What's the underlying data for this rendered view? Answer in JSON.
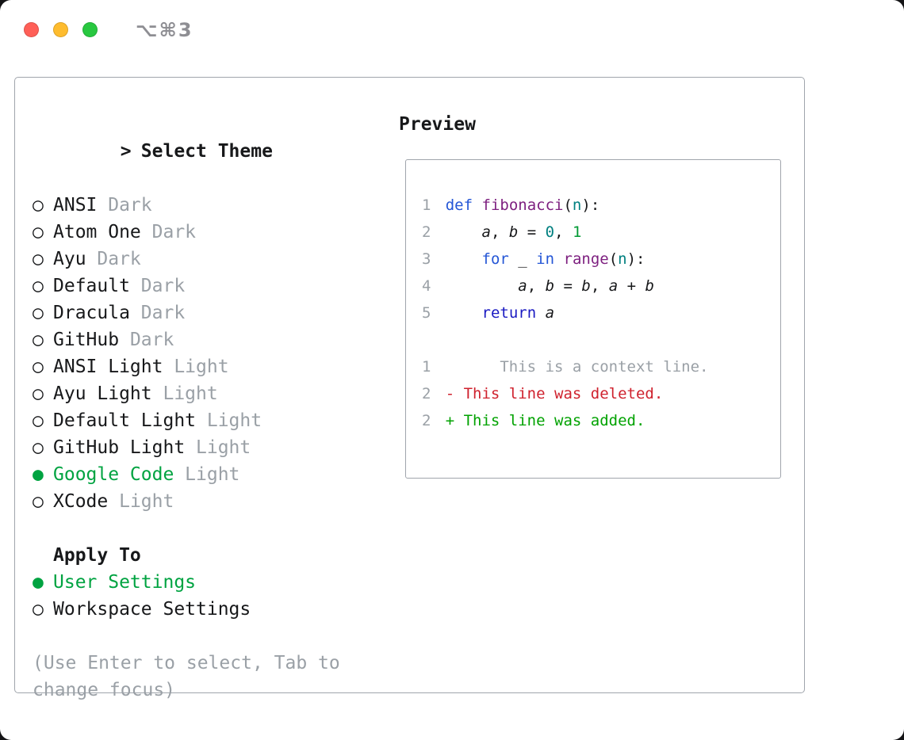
{
  "window": {
    "shortcut": "⌥⌘3"
  },
  "palette": {
    "text": "#17181a",
    "muted": "#9aa0a6",
    "green": "#00a341",
    "green2": "#00a200",
    "red": "#cf222e",
    "kw": "#2456d6",
    "ret": "#1a1ac2",
    "fn": "#7d1f7f",
    "teal": "#008080",
    "num2": "#009933",
    "border": "#a0a5ac",
    "tl_red": "#ff5f57",
    "tl_yellow": "#febc2e",
    "tl_green": "#28c840",
    "shortcut": "#8e8e93"
  },
  "icons": {
    "radio_unselected": "○",
    "radio_selected": "●"
  },
  "selector": {
    "prompt": ">",
    "title": "Select Theme",
    "themes": [
      {
        "name": "ANSI",
        "variant": "Dark",
        "selected": false
      },
      {
        "name": "Atom One",
        "variant": "Dark",
        "selected": false
      },
      {
        "name": "Ayu",
        "variant": "Dark",
        "selected": false
      },
      {
        "name": "Default",
        "variant": "Dark",
        "selected": false
      },
      {
        "name": "Dracula",
        "variant": "Dark",
        "selected": false
      },
      {
        "name": "GitHub",
        "variant": "Dark",
        "selected": false
      },
      {
        "name": "ANSI Light",
        "variant": "Light",
        "selected": false
      },
      {
        "name": "Ayu Light",
        "variant": "Light",
        "selected": false
      },
      {
        "name": "Default Light",
        "variant": "Light",
        "selected": false
      },
      {
        "name": "GitHub Light",
        "variant": "Light",
        "selected": false
      },
      {
        "name": "Google Code",
        "variant": "Light",
        "selected": true
      },
      {
        "name": "XCode",
        "variant": "Light",
        "selected": false
      }
    ]
  },
  "apply": {
    "title": "Apply To",
    "options": [
      {
        "label": "User Settings",
        "selected": true
      },
      {
        "label": "Workspace Settings",
        "selected": false
      }
    ]
  },
  "hint": "(Use Enter to select, Tab to change focus)",
  "preview": {
    "title": "Preview",
    "code": [
      {
        "num": "1",
        "tokens": [
          {
            "t": "def",
            "c": "kw"
          },
          {
            "t": " ",
            "c": "p"
          },
          {
            "t": "fibonacci",
            "c": "fn"
          },
          {
            "t": "(",
            "c": "p"
          },
          {
            "t": "n",
            "c": "param"
          },
          {
            "t": "):",
            "c": "p"
          }
        ]
      },
      {
        "num": "2",
        "tokens": [
          {
            "t": "    ",
            "c": "p"
          },
          {
            "t": "a",
            "c": "var"
          },
          {
            "t": ", ",
            "c": "p"
          },
          {
            "t": "b",
            "c": "var"
          },
          {
            "t": " = ",
            "c": "p"
          },
          {
            "t": "0",
            "c": "num"
          },
          {
            "t": ", ",
            "c": "p"
          },
          {
            "t": "1",
            "c": "num2"
          }
        ]
      },
      {
        "num": "3",
        "tokens": [
          {
            "t": "    ",
            "c": "p"
          },
          {
            "t": "for",
            "c": "kw"
          },
          {
            "t": " _ ",
            "c": "p"
          },
          {
            "t": "in",
            "c": "kw"
          },
          {
            "t": " ",
            "c": "p"
          },
          {
            "t": "range",
            "c": "fn"
          },
          {
            "t": "(",
            "c": "p"
          },
          {
            "t": "n",
            "c": "param"
          },
          {
            "t": "):",
            "c": "p"
          }
        ]
      },
      {
        "num": "4",
        "tokens": [
          {
            "t": "        ",
            "c": "p"
          },
          {
            "t": "a",
            "c": "var"
          },
          {
            "t": ", ",
            "c": "p"
          },
          {
            "t": "b",
            "c": "var"
          },
          {
            "t": " = ",
            "c": "p"
          },
          {
            "t": "b",
            "c": "var"
          },
          {
            "t": ", ",
            "c": "p"
          },
          {
            "t": "a",
            "c": "var"
          },
          {
            "t": " + ",
            "c": "p"
          },
          {
            "t": "b",
            "c": "var"
          }
        ]
      },
      {
        "num": "5",
        "tokens": [
          {
            "t": "    ",
            "c": "p"
          },
          {
            "t": "return",
            "c": "ret"
          },
          {
            "t": " ",
            "c": "p"
          },
          {
            "t": "a",
            "c": "var"
          }
        ]
      }
    ],
    "diff": [
      {
        "num": "1",
        "tokens": [
          {
            "t": "      This is a context line.",
            "c": "ctx"
          }
        ]
      },
      {
        "num": "2",
        "tokens": [
          {
            "t": "- This line was deleted.",
            "c": "del"
          }
        ]
      },
      {
        "num": "2",
        "tokens": [
          {
            "t": "+ This line was added.",
            "c": "add"
          }
        ]
      }
    ]
  }
}
